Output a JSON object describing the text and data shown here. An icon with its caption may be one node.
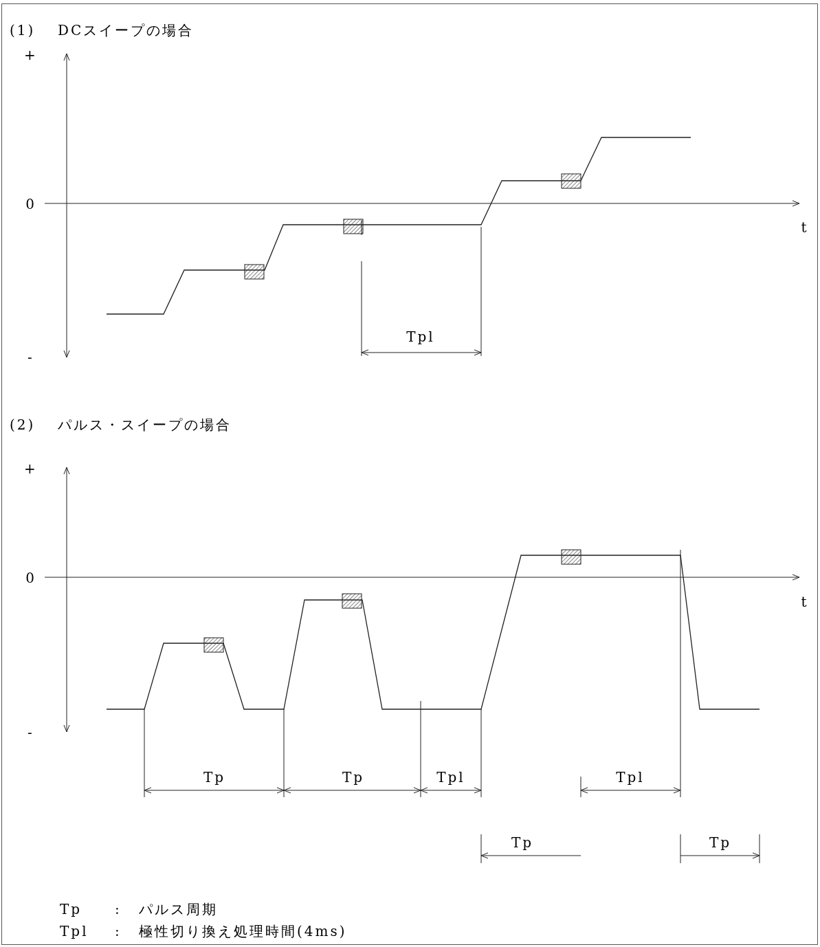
{
  "diagram": {
    "labels": [
      "(1)",
      "DCスイープの場合",
      "+",
      "0",
      "t",
      "-",
      "Tpl",
      "(2)",
      "パルス・スイープの場合",
      "+",
      "0",
      "t",
      "-",
      "Tp",
      "Tp",
      "Tpl",
      "Tpl",
      "Tp",
      "Tp",
      "Tp",
      ":",
      "パルス周期",
      "Tpl",
      ":",
      "極性切り換え処理時間(4ms)"
    ]
  }
}
